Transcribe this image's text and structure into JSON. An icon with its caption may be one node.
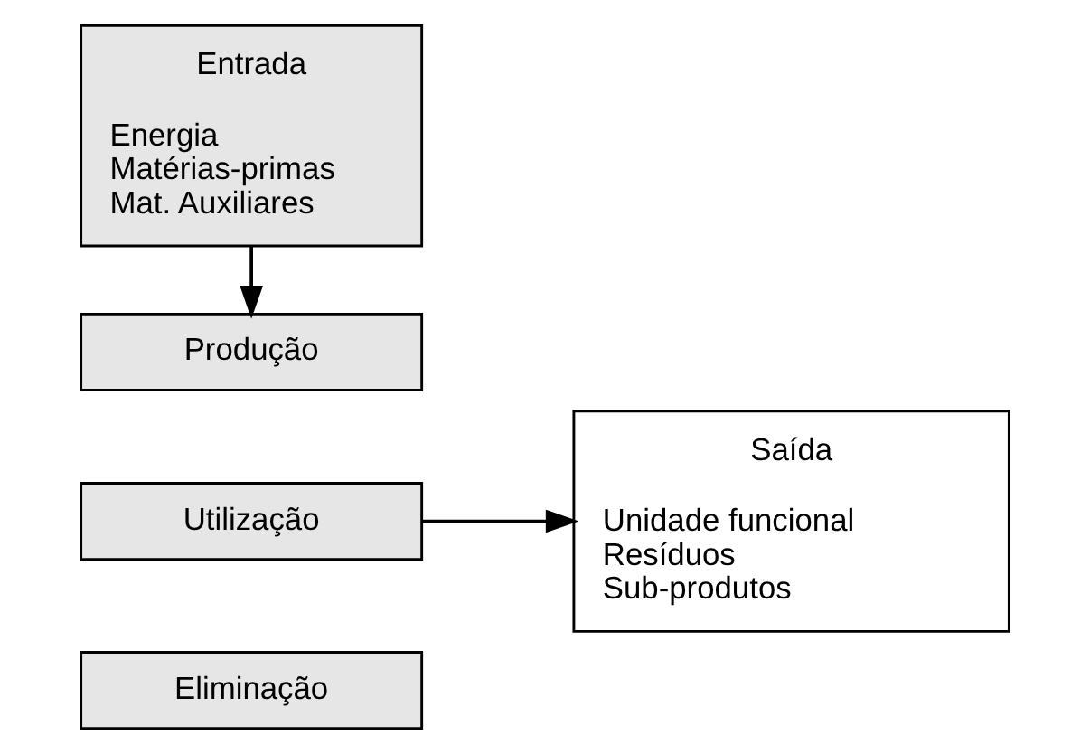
{
  "diagram": {
    "nodes": [
      {
        "text": [
          "Entrada",
          "Energia",
          "Matérias-primas",
          "Mat. Auxiliares"
        ]
      },
      {
        "text": [
          "Produção"
        ]
      },
      {
        "text": [
          "Utilização"
        ]
      },
      {
        "text": [
          "Eliminação"
        ]
      },
      {
        "text": [
          "Saída",
          "Unidade funcional",
          "Resíduos",
          "Sub-produtos"
        ]
      }
    ],
    "edges": [
      {
        "from": 0,
        "to": 1,
        "arrow": "to"
      },
      {
        "from": 2,
        "to": 4,
        "arrow": "to"
      }
    ]
  }
}
